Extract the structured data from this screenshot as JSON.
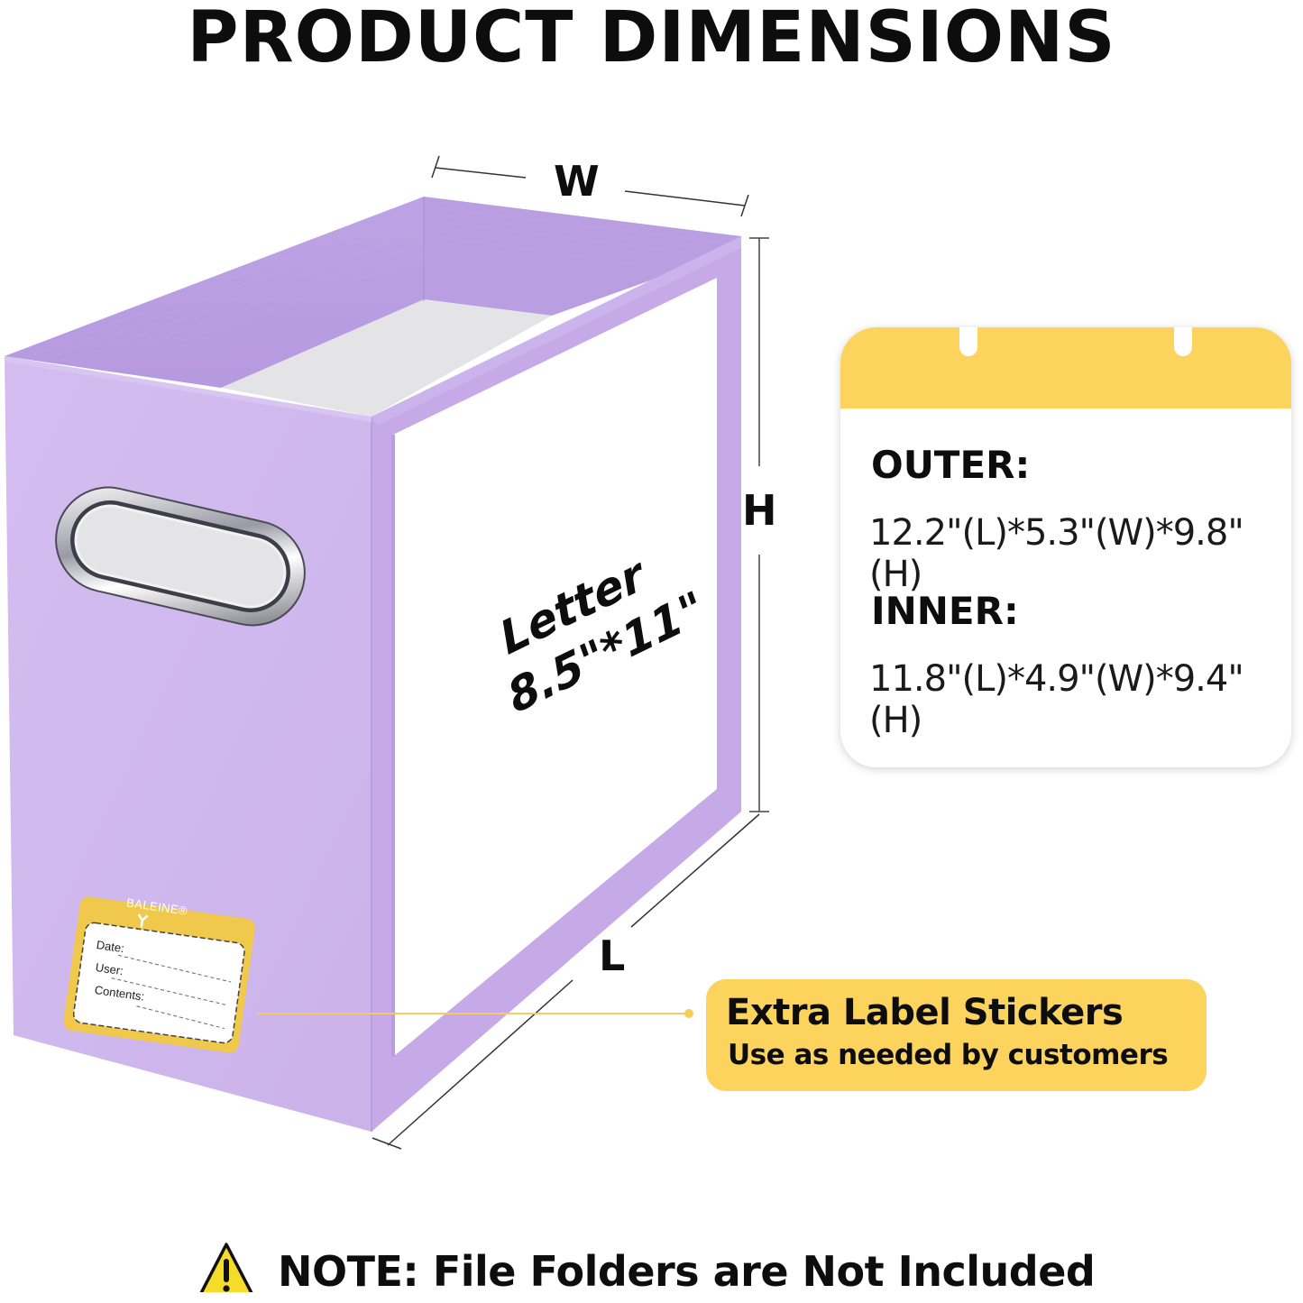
{
  "title": "PRODUCT DIMENSIONS",
  "dimensions": {
    "width_label": "W",
    "height_label": "H",
    "length_label": "L"
  },
  "box": {
    "panel_text_line1": "Letter",
    "panel_text_line2": "8.5\"*11\"",
    "color_primary": "#cfb7ec",
    "color_rim": "#c4a8e6",
    "color_inner": "#b89fdf",
    "handle": "silver-oval-handle"
  },
  "sticker": {
    "brand": "BALEINE®",
    "fields": [
      "Date:",
      "User:",
      "Contents:"
    ],
    "color": "#f0c84b"
  },
  "spec_card": {
    "outer_heading": "OUTER:",
    "outer_value": "12.2\"(L)*5.3\"(W)*9.8\"(H)",
    "inner_heading": "INNER:",
    "inner_value": "11.8\"(L)*4.9\"(W)*9.4\"(H)",
    "accent_color": "#fcd35c"
  },
  "callout": {
    "title": "Extra Label Stickers",
    "subtitle": "Use as needed by customers"
  },
  "note": {
    "icon": "warning-icon",
    "text": "NOTE: File Folders are Not Included"
  }
}
